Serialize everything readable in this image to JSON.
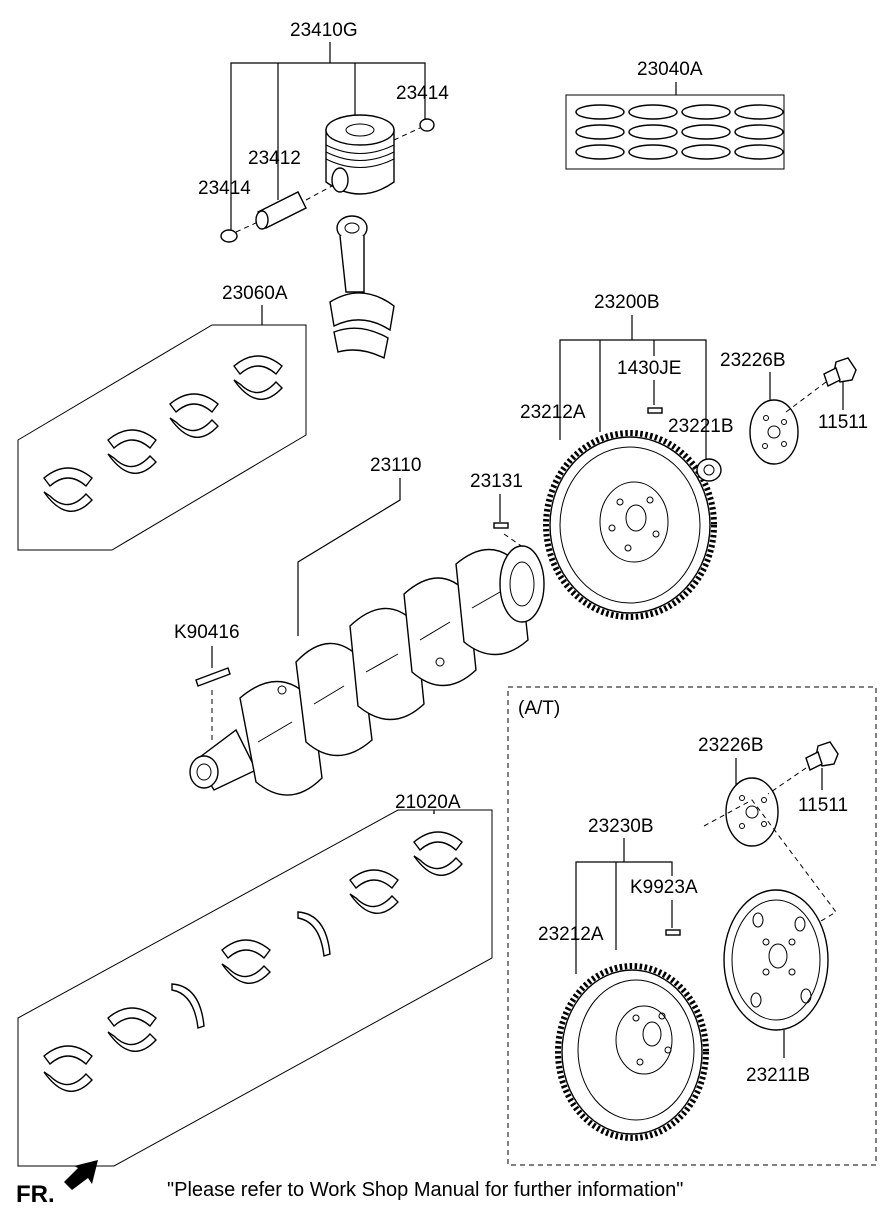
{
  "labels": {
    "p23410G": "23410G",
    "p23414_top": "23414",
    "p23412": "23412",
    "p23414_left": "23414",
    "p23040A": "23040A",
    "p23060A": "23060A",
    "p23200B": "23200B",
    "p1430JE": "1430JE",
    "p23226B_top": "23226B",
    "p23212A_top": "23212A",
    "p23221B": "23221B",
    "p11511_top": "11511",
    "p23110": "23110",
    "p23131": "23131",
    "pK90416": "K90416",
    "at_label": "(A/T)",
    "p21020A": "21020A",
    "p23226B_at": "23226B",
    "p11511_at": "11511",
    "p23230B": "23230B",
    "pK9923A": "K9923A",
    "p23212A_at": "23212A",
    "p23211B": "23211B"
  },
  "footer": {
    "fr": "FR.",
    "note": "\"Please refer to Work Shop Manual for further information\""
  },
  "icons": {
    "fr_arrow": "front-direction-arrow-icon"
  }
}
